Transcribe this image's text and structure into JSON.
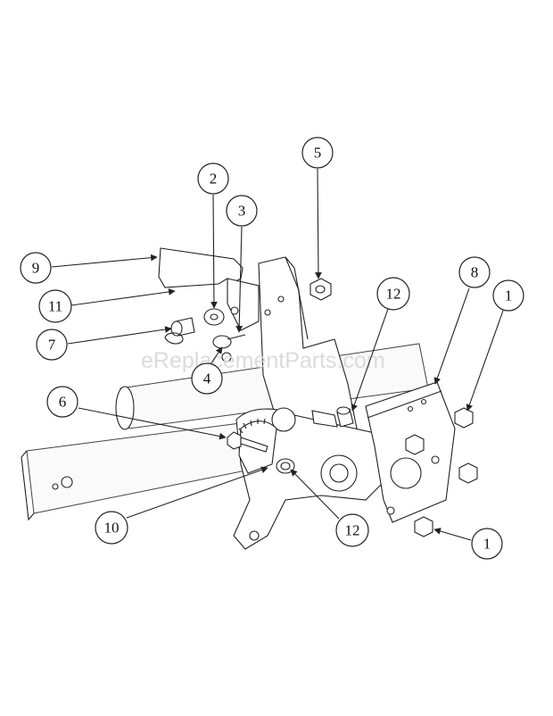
{
  "watermark": "eReplacementParts.com",
  "callouts": [
    {
      "id": "c2a",
      "label": "2"
    },
    {
      "id": "c3",
      "label": "3"
    },
    {
      "id": "c5",
      "label": "5"
    },
    {
      "id": "c9",
      "label": "9"
    },
    {
      "id": "c11",
      "label": "11"
    },
    {
      "id": "c7",
      "label": "7"
    },
    {
      "id": "c4",
      "label": "4"
    },
    {
      "id": "c12a",
      "label": "12"
    },
    {
      "id": "c8",
      "label": "8"
    },
    {
      "id": "c1a",
      "label": "1"
    },
    {
      "id": "c6",
      "label": "6"
    },
    {
      "id": "c10",
      "label": "10"
    },
    {
      "id": "c12b",
      "label": "12"
    },
    {
      "id": "c1b",
      "label": "1"
    }
  ]
}
